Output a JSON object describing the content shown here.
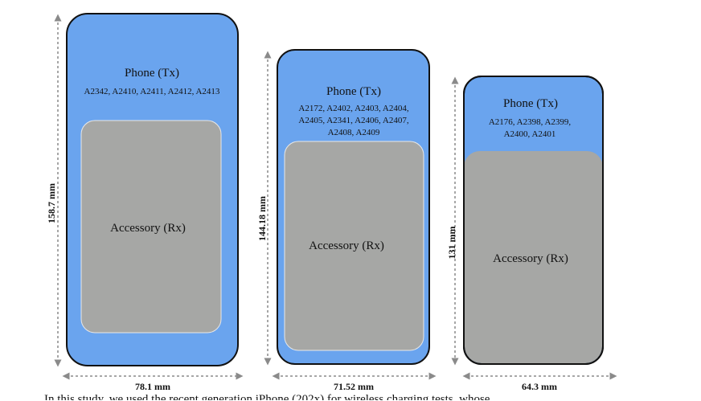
{
  "phones": [
    {
      "title": "Phone (Tx)",
      "model_lines": [
        "A2342, A2410, A2411, A2412, A2413"
      ],
      "accessory": "Accessory (Rx)",
      "height_label": "158.7 mm",
      "width_label": "78.1 mm"
    },
    {
      "title": "Phone (Tx)",
      "model_lines": [
        "A2172, A2402, A2403, A2404,",
        "A2405, A2341, A2406, A2407,",
        "A2408, A2409"
      ],
      "accessory": "Accessory (Rx)",
      "height_label": "144.18 mm",
      "width_label": "71.52 mm"
    },
    {
      "title": "Phone (Tx)",
      "model_lines": [
        "A2176, A2398, A2399,",
        "A2400, A2401"
      ],
      "accessory": "Accessory (Rx)",
      "height_label": "131 mm",
      "width_label": "64.3 mm"
    }
  ],
  "colors": {
    "phone_fill": "#6aa4ee",
    "accessory_fill": "#a6a7a5",
    "outline": "#111111",
    "dim_line": "#8a8a8a"
  },
  "footer_fragment": "In this study, we used the recent generation iPhone (202x) for wireless charging tests, whose..."
}
